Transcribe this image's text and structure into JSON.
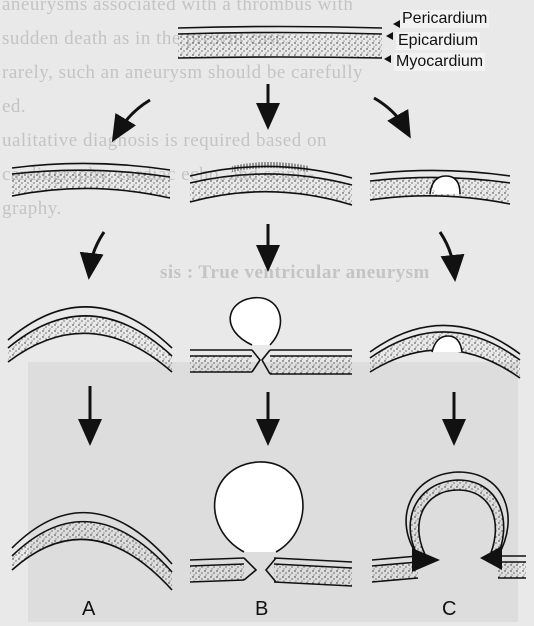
{
  "background_text": {
    "lines": [
      "aneurysms associated with a thrombus with",
      "sudden death as in the present case.",
      "rarely, such an aneurysm should be carefully",
      "ed.",
      "ualitative diagnosis is required based on",
      "cardiography, cardiac echo, and scinti-",
      "graphy.",
      "sis : True ventricular aneurysm"
    ]
  },
  "layers": {
    "pericardium": "Pericardium",
    "epicardium": "Epicardium",
    "myocardium": "Myocardium"
  },
  "columns": {
    "a": "A",
    "b": "B",
    "c": "C"
  },
  "colors": {
    "ink": "#111111",
    "page": "#e9e9e9",
    "panel": "#d9d9d9"
  }
}
